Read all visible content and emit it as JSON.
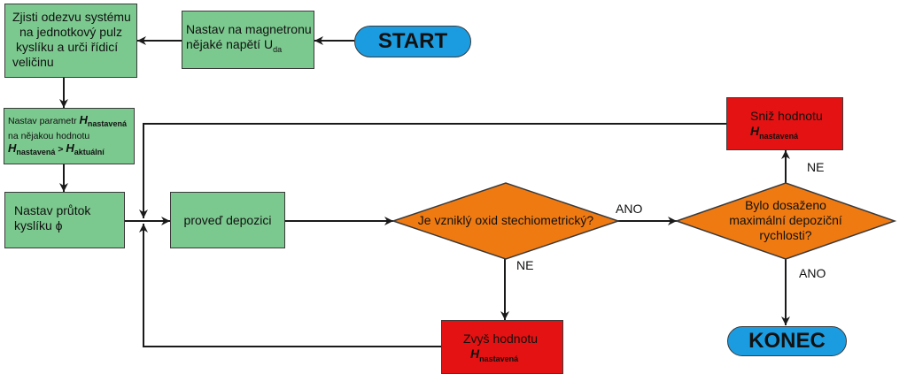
{
  "nodes": {
    "start": "START",
    "konec": "KONEC",
    "nastav_napeti": {
      "line1": "Nastav na magnetronu",
      "line2": "nějaké napětí  U",
      "sub": "da"
    },
    "zjisti": {
      "line1": "Zjisti odezvu systému",
      "line2": "na jednotkový pulz",
      "line3": "kyslíku a urči řídicí",
      "line4": "veličinu"
    },
    "nastav_parametr": {
      "line1": "Nastav parametr ",
      "h": "H",
      "h_sub": "nastavená",
      "line2": "na nějakou hodnotu",
      "cmp_h1": "H",
      "cmp_sub1": "nastavená",
      "cmp_op": " > ",
      "cmp_h2": "H",
      "cmp_sub2": "aktuální"
    },
    "nastav_prutok": {
      "line1": "Nastav průtok",
      "line2": "kyslíku  ϕ"
    },
    "proved": "proveď depozici",
    "oxid": "Je vzniklý oxid stechiometrický?",
    "bylo": {
      "line1": "Bylo dosaženo",
      "line2": "maximální depoziční",
      "line3": "rychlosti?"
    },
    "sniz": {
      "line1": "Sniž hodnotu",
      "h": "H",
      "sub": "nastavená"
    },
    "zvys": {
      "line1": "Zvyš hodnotu",
      "h": "H",
      "sub": "nastavená"
    }
  },
  "edge_labels": {
    "ano1": "ANO",
    "ne1": "NE",
    "ne2": "NE",
    "ano2": "ANO"
  },
  "colors": {
    "process": "#7cc98f",
    "terminal": "#1c9ce0",
    "decision": "#f07a12",
    "adjust": "#e41212",
    "line": "#3a3a3a"
  },
  "icons": {
    "arrow": "arrowhead",
    "junction": "plus-junction"
  }
}
